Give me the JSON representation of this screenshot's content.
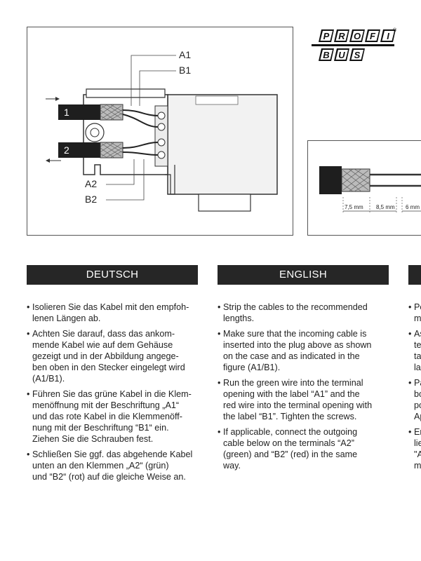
{
  "figure1": {
    "label_a1": "A1",
    "label_b1": "B1",
    "label_a2": "A2",
    "label_b2": "B2",
    "cable_1": "1",
    "cable_2": "2"
  },
  "figure2": {
    "dim_1": "7,5 mm",
    "dim_2": "8,5 mm",
    "dim_3": "6 mm"
  },
  "logo": {
    "top_letters": [
      "P",
      "R",
      "O",
      "F",
      "I"
    ],
    "bottom_letters": [
      "B",
      "U",
      "S"
    ],
    "registered": "®"
  },
  "sections": {
    "deutsch": {
      "title": "DEUTSCH",
      "bullets": [
        [
          "Isolieren Sie das Kabel mit den empfoh-",
          "lenen Längen ab."
        ],
        [
          "Achten Sie darauf, dass das ankom-",
          "mende Kabel wie auf dem Gehäuse",
          "gezeigt und in der Abbildung angege-",
          "ben oben in den Stecker eingelegt wird",
          "(A1/B1)."
        ],
        [
          "Führen Sie das grüne Kabel in die Klem-",
          "menöffnung mit der Beschriftung „A1“",
          "und das rote Kabel in die Klemmenöff-",
          "nung mit der Beschriftung “B1“ ein.",
          "Ziehen Sie die Schrauben fest."
        ],
        [
          "Schließen Sie ggf. das abgehende Kabel",
          "unten an den Klemmen „A2“ (grün)",
          "und “B2“ (rot) auf die gleiche Weise an."
        ]
      ]
    },
    "english": {
      "title": "ENGLISH",
      "bullets": [
        [
          "Strip the cables to the recommended",
          "lengths."
        ],
        [
          "Make sure that the incoming cable is",
          "inserted into the plug above as shown",
          "on the case and as indicated in the",
          "figure (A1/B1)."
        ],
        [
          "Run the green wire into the terminal",
          "opening with the label “A1” and the",
          "red wire into the terminal opening with",
          "the label “B1”. Tighten the screws."
        ],
        [
          "If applicable, connect the outgoing",
          "cable below on the terminals “A2”",
          "(green) and “B2” (red) in the same",
          "way."
        ]
      ]
    },
    "third": {
      "title": "",
      "bullets": [
        [
          "Pe",
          "m"
        ],
        [
          "As",
          "te",
          "ta",
          "la"
        ],
        [
          "Pa",
          "bo",
          "po",
          "Ap"
        ],
        [
          "Er",
          "lie",
          "\"A",
          "m"
        ]
      ]
    }
  }
}
